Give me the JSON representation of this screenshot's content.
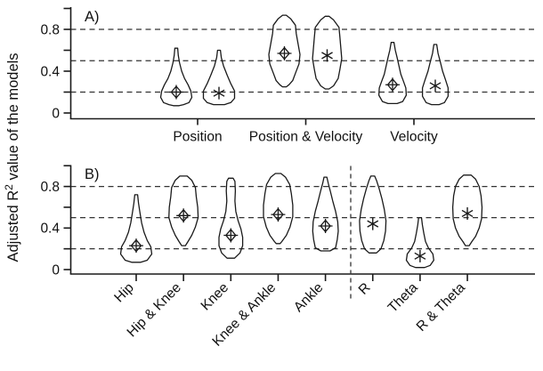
{
  "figure": {
    "background": "#ffffff",
    "line_color": "#1a1a1a",
    "grid_color": "#333333",
    "ylabel": {
      "full": "Adjusted R² value of the models",
      "prefix": "Adjusted R",
      "sup": "2",
      "suffix": " value of the models"
    },
    "ytick_labels": [
      "0",
      "0.4",
      "0.8"
    ]
  },
  "chart_data": [
    {
      "type": "violin",
      "panel_label": "A)",
      "title": "",
      "xlabel": "",
      "ylabel": "Adjusted R² value of the models",
      "ylim": [
        0,
        1.0
      ],
      "yticks_labeled": [
        0,
        0.4,
        0.8
      ],
      "yticks_minor": [
        0.2,
        0.6,
        1.0
      ],
      "gridlines_dashed_at": [
        0.2,
        0.5,
        0.8
      ],
      "grid": "dashed-horizontal",
      "legend": "none",
      "categories": [
        "Position",
        "Position & Velocity",
        "Velocity"
      ],
      "violins": [
        {
          "category": "Position",
          "marker": "diamond-plus",
          "marker_value": 0.2,
          "range": [
            0.07,
            0.62
          ],
          "profile": [
            [
              0.62,
              0.09
            ],
            [
              0.55,
              0.13
            ],
            [
              0.48,
              0.21
            ],
            [
              0.4,
              0.35
            ],
            [
              0.33,
              0.53
            ],
            [
              0.27,
              0.76
            ],
            [
              0.21,
              0.94
            ],
            [
              0.15,
              1.0
            ],
            [
              0.1,
              0.82
            ],
            [
              0.08,
              0.47
            ],
            [
              0.07,
              0.18
            ]
          ]
        },
        {
          "category": "Position",
          "marker": "asterisk",
          "marker_value": 0.19,
          "range": [
            0.08,
            0.6
          ],
          "profile": [
            [
              0.6,
              0.09
            ],
            [
              0.53,
              0.15
            ],
            [
              0.45,
              0.29
            ],
            [
              0.36,
              0.53
            ],
            [
              0.28,
              0.76
            ],
            [
              0.21,
              1.0
            ],
            [
              0.14,
              1.0
            ],
            [
              0.1,
              0.76
            ],
            [
              0.08,
              0.35
            ]
          ]
        },
        {
          "category": "Position & Velocity",
          "marker": "diamond-plus",
          "marker_value": 0.57,
          "range": [
            0.25,
            0.94
          ],
          "profile": [
            [
              0.935,
              0.12
            ],
            [
              0.9,
              0.41
            ],
            [
              0.84,
              0.71
            ],
            [
              0.76,
              0.76
            ],
            [
              0.66,
              0.88
            ],
            [
              0.56,
              1.0
            ],
            [
              0.47,
              0.94
            ],
            [
              0.38,
              0.71
            ],
            [
              0.31,
              0.53
            ],
            [
              0.27,
              0.29
            ],
            [
              0.25,
              0.12
            ]
          ]
        },
        {
          "category": "Position & Velocity",
          "marker": "asterisk",
          "marker_value": 0.55,
          "range": [
            0.23,
            0.93
          ],
          "profile": [
            [
              0.925,
              0.12
            ],
            [
              0.89,
              0.41
            ],
            [
              0.82,
              0.76
            ],
            [
              0.72,
              0.82
            ],
            [
              0.62,
              0.88
            ],
            [
              0.52,
              0.94
            ],
            [
              0.42,
              0.82
            ],
            [
              0.33,
              0.71
            ],
            [
              0.26,
              0.41
            ],
            [
              0.23,
              0.12
            ]
          ]
        },
        {
          "category": "Velocity",
          "marker": "diamond-plus",
          "marker_value": 0.27,
          "range": [
            0.09,
            0.68
          ],
          "profile": [
            [
              0.675,
              0.09
            ],
            [
              0.6,
              0.18
            ],
            [
              0.53,
              0.29
            ],
            [
              0.45,
              0.41
            ],
            [
              0.37,
              0.53
            ],
            [
              0.3,
              0.71
            ],
            [
              0.24,
              0.85
            ],
            [
              0.17,
              0.88
            ],
            [
              0.11,
              0.65
            ],
            [
              0.09,
              0.29
            ]
          ]
        },
        {
          "category": "Velocity",
          "marker": "asterisk",
          "marker_value": 0.26,
          "range": [
            0.08,
            0.66
          ],
          "profile": [
            [
              0.655,
              0.09
            ],
            [
              0.57,
              0.18
            ],
            [
              0.49,
              0.32
            ],
            [
              0.4,
              0.47
            ],
            [
              0.32,
              0.65
            ],
            [
              0.24,
              0.82
            ],
            [
              0.16,
              0.82
            ],
            [
              0.1,
              0.59
            ],
            [
              0.08,
              0.24
            ]
          ]
        }
      ]
    },
    {
      "type": "violin",
      "panel_label": "B)",
      "title": "",
      "xlabel": "",
      "ylabel": "Adjusted R² value of the models",
      "ylim": [
        0,
        1.0
      ],
      "yticks_labeled": [
        0,
        0.4,
        0.8
      ],
      "yticks_minor": [
        0.2,
        0.6,
        1.0
      ],
      "gridlines_dashed_at": [
        0.2,
        0.5,
        0.8
      ],
      "grid": "dashed-horizontal",
      "legend": "none",
      "separator_between": [
        "Ankle",
        "R"
      ],
      "categories": [
        "Hip",
        "Hip & Knee",
        "Knee",
        "Knee & Ankle",
        "Ankle",
        "R",
        "Theta",
        "R & Theta"
      ],
      "violins": [
        {
          "category": "Hip",
          "marker": "diamond-plus",
          "marker_value": 0.23,
          "range": [
            0.07,
            0.72
          ],
          "profile": [
            [
              0.72,
              0.09
            ],
            [
              0.64,
              0.15
            ],
            [
              0.55,
              0.24
            ],
            [
              0.45,
              0.35
            ],
            [
              0.36,
              0.5
            ],
            [
              0.28,
              0.71
            ],
            [
              0.22,
              0.94
            ],
            [
              0.15,
              1.0
            ],
            [
              0.09,
              0.71
            ],
            [
              0.07,
              0.29
            ]
          ]
        },
        {
          "category": "Hip & Knee",
          "marker": "diamond-plus",
          "marker_value": 0.52,
          "range": [
            0.23,
            0.9
          ],
          "profile": [
            [
              0.9,
              0.24
            ],
            [
              0.86,
              0.53
            ],
            [
              0.79,
              0.76
            ],
            [
              0.7,
              0.82
            ],
            [
              0.6,
              0.91
            ],
            [
              0.5,
              0.94
            ],
            [
              0.41,
              0.76
            ],
            [
              0.33,
              0.53
            ],
            [
              0.27,
              0.29
            ],
            [
              0.23,
              0.12
            ]
          ]
        },
        {
          "category": "Knee",
          "marker": "diamond-plus",
          "marker_value": 0.33,
          "range": [
            0.11,
            0.88
          ],
          "profile": [
            [
              0.88,
              0.15
            ],
            [
              0.85,
              0.26
            ],
            [
              0.76,
              0.29
            ],
            [
              0.66,
              0.26
            ],
            [
              0.56,
              0.32
            ],
            [
              0.47,
              0.47
            ],
            [
              0.39,
              0.65
            ],
            [
              0.31,
              0.76
            ],
            [
              0.23,
              0.76
            ],
            [
              0.16,
              0.59
            ],
            [
              0.11,
              0.24
            ]
          ]
        },
        {
          "category": "Knee & Ankle",
          "marker": "diamond-plus",
          "marker_value": 0.53,
          "range": [
            0.25,
            0.93
          ],
          "profile": [
            [
              0.925,
              0.18
            ],
            [
              0.89,
              0.47
            ],
            [
              0.82,
              0.74
            ],
            [
              0.73,
              0.85
            ],
            [
              0.62,
              0.94
            ],
            [
              0.51,
              0.94
            ],
            [
              0.41,
              0.76
            ],
            [
              0.33,
              0.53
            ],
            [
              0.27,
              0.24
            ],
            [
              0.25,
              0.12
            ]
          ]
        },
        {
          "category": "Ankle",
          "marker": "diamond-plus",
          "marker_value": 0.42,
          "range": [
            0.18,
            0.89
          ],
          "profile": [
            [
              0.89,
              0.09
            ],
            [
              0.83,
              0.18
            ],
            [
              0.75,
              0.32
            ],
            [
              0.66,
              0.47
            ],
            [
              0.56,
              0.65
            ],
            [
              0.46,
              0.79
            ],
            [
              0.37,
              0.82
            ],
            [
              0.29,
              0.76
            ],
            [
              0.21,
              0.65
            ],
            [
              0.18,
              0.29
            ]
          ]
        },
        {
          "category": "R",
          "marker": "asterisk",
          "marker_value": 0.44,
          "range": [
            0.16,
            0.9
          ],
          "profile": [
            [
              0.9,
              0.12
            ],
            [
              0.86,
              0.24
            ],
            [
              0.78,
              0.41
            ],
            [
              0.68,
              0.59
            ],
            [
              0.58,
              0.74
            ],
            [
              0.47,
              0.85
            ],
            [
              0.37,
              0.82
            ],
            [
              0.28,
              0.71
            ],
            [
              0.2,
              0.53
            ],
            [
              0.16,
              0.24
            ]
          ]
        },
        {
          "category": "Theta",
          "marker": "asterisk",
          "marker_value": 0.13,
          "range": [
            0.02,
            0.5
          ],
          "profile": [
            [
              0.5,
              0.09
            ],
            [
              0.43,
              0.15
            ],
            [
              0.35,
              0.24
            ],
            [
              0.27,
              0.35
            ],
            [
              0.21,
              0.53
            ],
            [
              0.15,
              0.82
            ],
            [
              0.09,
              0.88
            ],
            [
              0.04,
              0.65
            ],
            [
              0.02,
              0.29
            ]
          ]
        },
        {
          "category": "R & Theta",
          "marker": "asterisk",
          "marker_value": 0.54,
          "range": [
            0.23,
            0.91
          ],
          "profile": [
            [
              0.91,
              0.24
            ],
            [
              0.87,
              0.53
            ],
            [
              0.8,
              0.76
            ],
            [
              0.71,
              0.88
            ],
            [
              0.6,
              0.94
            ],
            [
              0.49,
              0.91
            ],
            [
              0.4,
              0.76
            ],
            [
              0.32,
              0.53
            ],
            [
              0.27,
              0.29
            ],
            [
              0.23,
              0.12
            ]
          ]
        }
      ]
    }
  ]
}
